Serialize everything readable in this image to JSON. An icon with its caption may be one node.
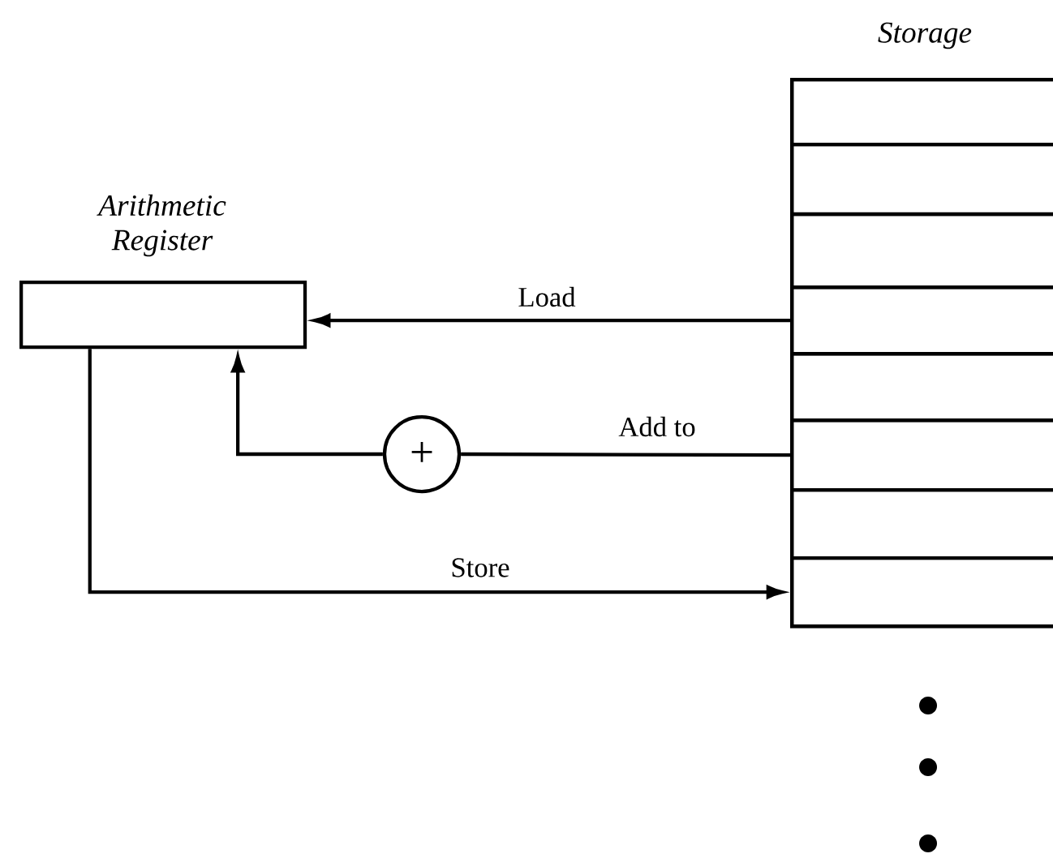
{
  "diagram": {
    "nodes": [
      {
        "text": [
          "Arithmetic Register"
        ]
      },
      {
        "text": [
          "Storage"
        ]
      },
      {
        "text": [],
        "shape": "box",
        "in": 1
      },
      {
        "text": [],
        "shape": "box",
        "in": 1
      },
      {
        "text": [],
        "shape": "box",
        "in": 1
      },
      {
        "text": [],
        "shape": "box",
        "in": 1
      },
      {
        "text": [],
        "shape": "box",
        "in": 1
      },
      {
        "text": [],
        "shape": "box",
        "in": 1
      },
      {
        "text": [],
        "shape": "box",
        "in": 1
      },
      {
        "text": [],
        "shape": "box",
        "in": 1
      },
      {
        "text": [
          "+"
        ]
      }
    ],
    "edges": [
      {
        "from": 5,
        "to": 0,
        "arrow": "to",
        "label": "Load"
      },
      {
        "from": 7,
        "to": 10,
        "arrow": "none",
        "label": "Add to"
      },
      {
        "from": 10,
        "to": 0,
        "arrow": "to"
      },
      {
        "from": 0,
        "to": 9,
        "arrow": "to",
        "label": "Store"
      }
    ]
  }
}
